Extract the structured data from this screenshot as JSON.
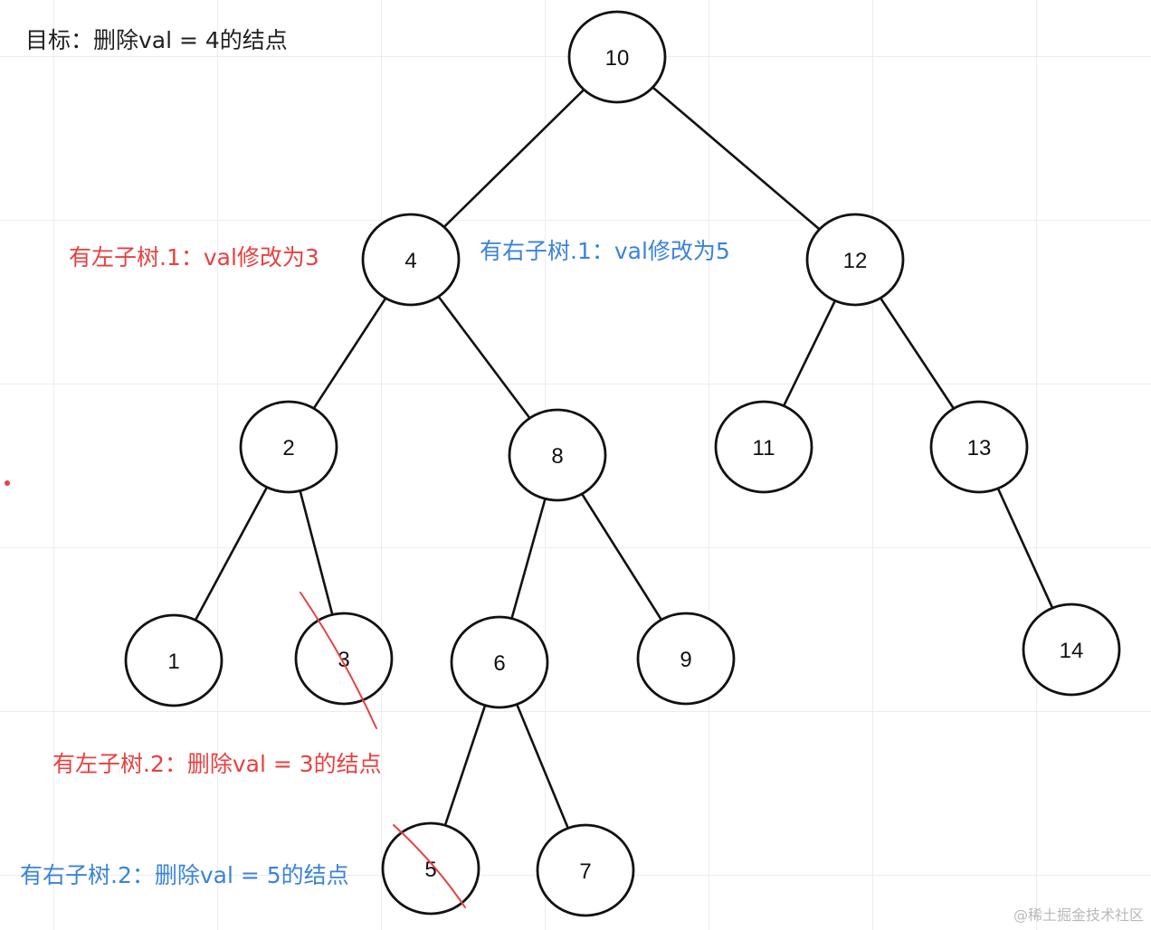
{
  "annotations": {
    "goal": "目标：删除val = 4的结点",
    "left_subtree_1": "有左子树.1：val修改为3",
    "right_subtree_1": "有右子树.1：val修改为5",
    "left_subtree_2": "有左子树.2：删除val = 3的结点",
    "right_subtree_2": "有右子树.2：删除val = 5的结点"
  },
  "watermark": "@稀土掘金技术社区",
  "tree": {
    "nodes": [
      {
        "id": "n10",
        "label": "10"
      },
      {
        "id": "n4",
        "label": "4"
      },
      {
        "id": "n12",
        "label": "12"
      },
      {
        "id": "n2",
        "label": "2"
      },
      {
        "id": "n8",
        "label": "8"
      },
      {
        "id": "n11",
        "label": "11"
      },
      {
        "id": "n13",
        "label": "13"
      },
      {
        "id": "n1",
        "label": "1"
      },
      {
        "id": "n3",
        "label": "3",
        "crossed": true
      },
      {
        "id": "n6",
        "label": "6"
      },
      {
        "id": "n9",
        "label": "9"
      },
      {
        "id": "n14",
        "label": "14"
      },
      {
        "id": "n5",
        "label": "5",
        "crossed": true
      },
      {
        "id": "n7",
        "label": "7"
      }
    ],
    "edges": [
      {
        "from": "n10",
        "to": "n4"
      },
      {
        "from": "n10",
        "to": "n12"
      },
      {
        "from": "n4",
        "to": "n2"
      },
      {
        "from": "n4",
        "to": "n8"
      },
      {
        "from": "n12",
        "to": "n11"
      },
      {
        "from": "n12",
        "to": "n13"
      },
      {
        "from": "n2",
        "to": "n1"
      },
      {
        "from": "n2",
        "to": "n3"
      },
      {
        "from": "n8",
        "to": "n6"
      },
      {
        "from": "n8",
        "to": "n9"
      },
      {
        "from": "n13",
        "to": "n14"
      },
      {
        "from": "n6",
        "to": "n5"
      },
      {
        "from": "n6",
        "to": "n7"
      }
    ]
  },
  "colors": {
    "node_stroke": "#111111",
    "edge": "#111111",
    "goal_text": "#1f1f1f",
    "left_text": "#e94040",
    "right_text": "#3b82dc",
    "cross_mark": "#e94040"
  }
}
